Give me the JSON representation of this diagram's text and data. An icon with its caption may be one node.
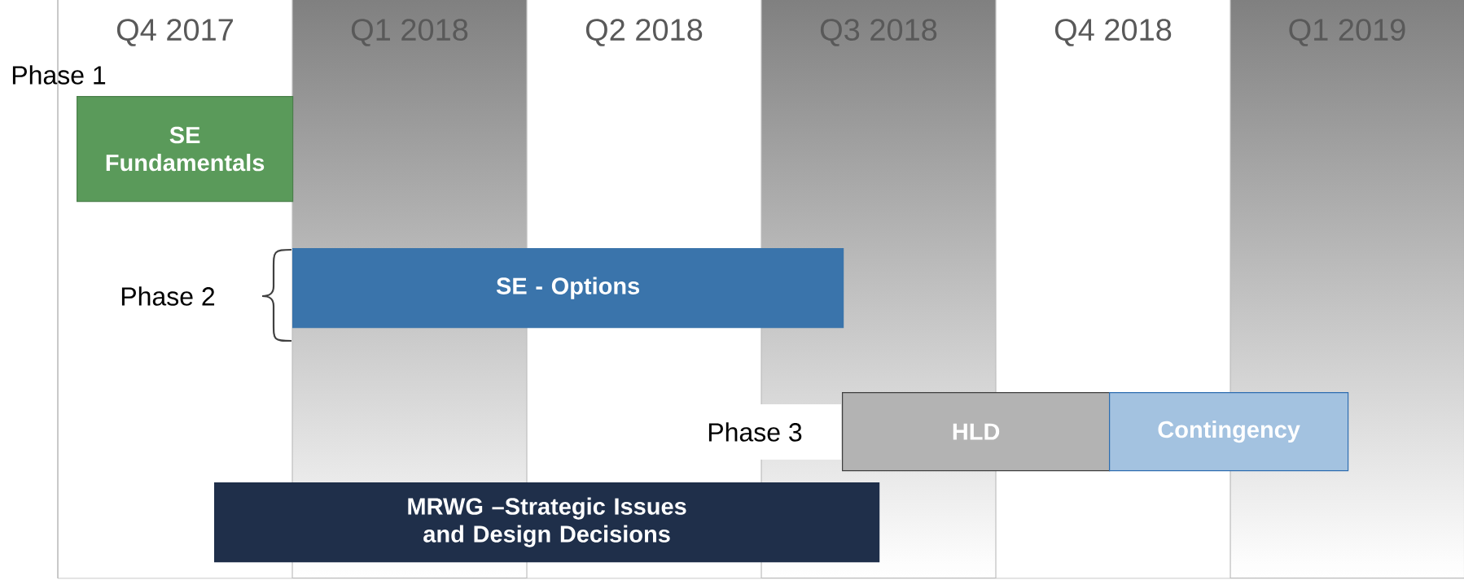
{
  "diagram": {
    "nodes": [
      {
        "text": [
          "SE Fundamentals"
        ]
      },
      {
        "text": [
          "SE - Options"
        ]
      },
      {
        "text": [
          "HLD"
        ]
      },
      {
        "text": [
          "Contingency"
        ]
      },
      {
        "text": [
          "MRWG –Strategic Issues and Design Decisions"
        ]
      }
    ],
    "labels": [
      "Q4 2017",
      "Q1 2018",
      "Q2 2018",
      "Q3 2018",
      "Q4 2018",
      "Q1 2019",
      "Phase 1",
      "Phase 2",
      "Phase 3"
    ]
  }
}
